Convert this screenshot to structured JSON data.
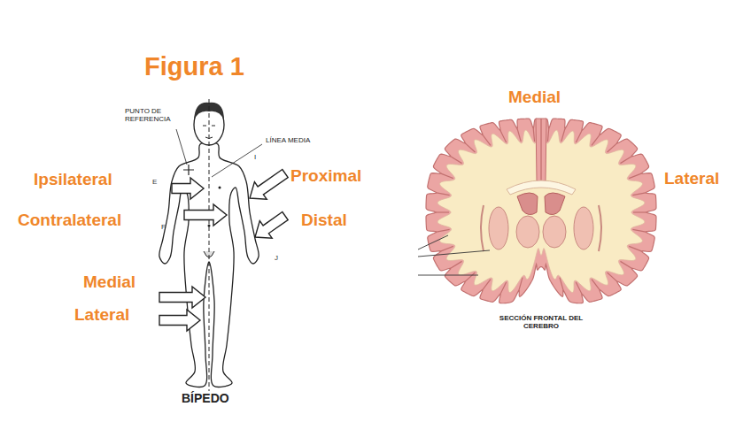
{
  "diagram": {
    "title": "Figura 1",
    "labels": [
      "PUNTO DE REFERENCIA",
      "LÍNEA MEDIA",
      "Ipsilateral",
      "Contralateral",
      "Medial",
      "Lateral",
      "Proximal",
      "Distal",
      "E",
      "F",
      "I",
      "J",
      "BÍPEDO",
      "Medial",
      "Lateral",
      "SECCIÓN FRONTAL DEL CEREBRO"
    ]
  }
}
